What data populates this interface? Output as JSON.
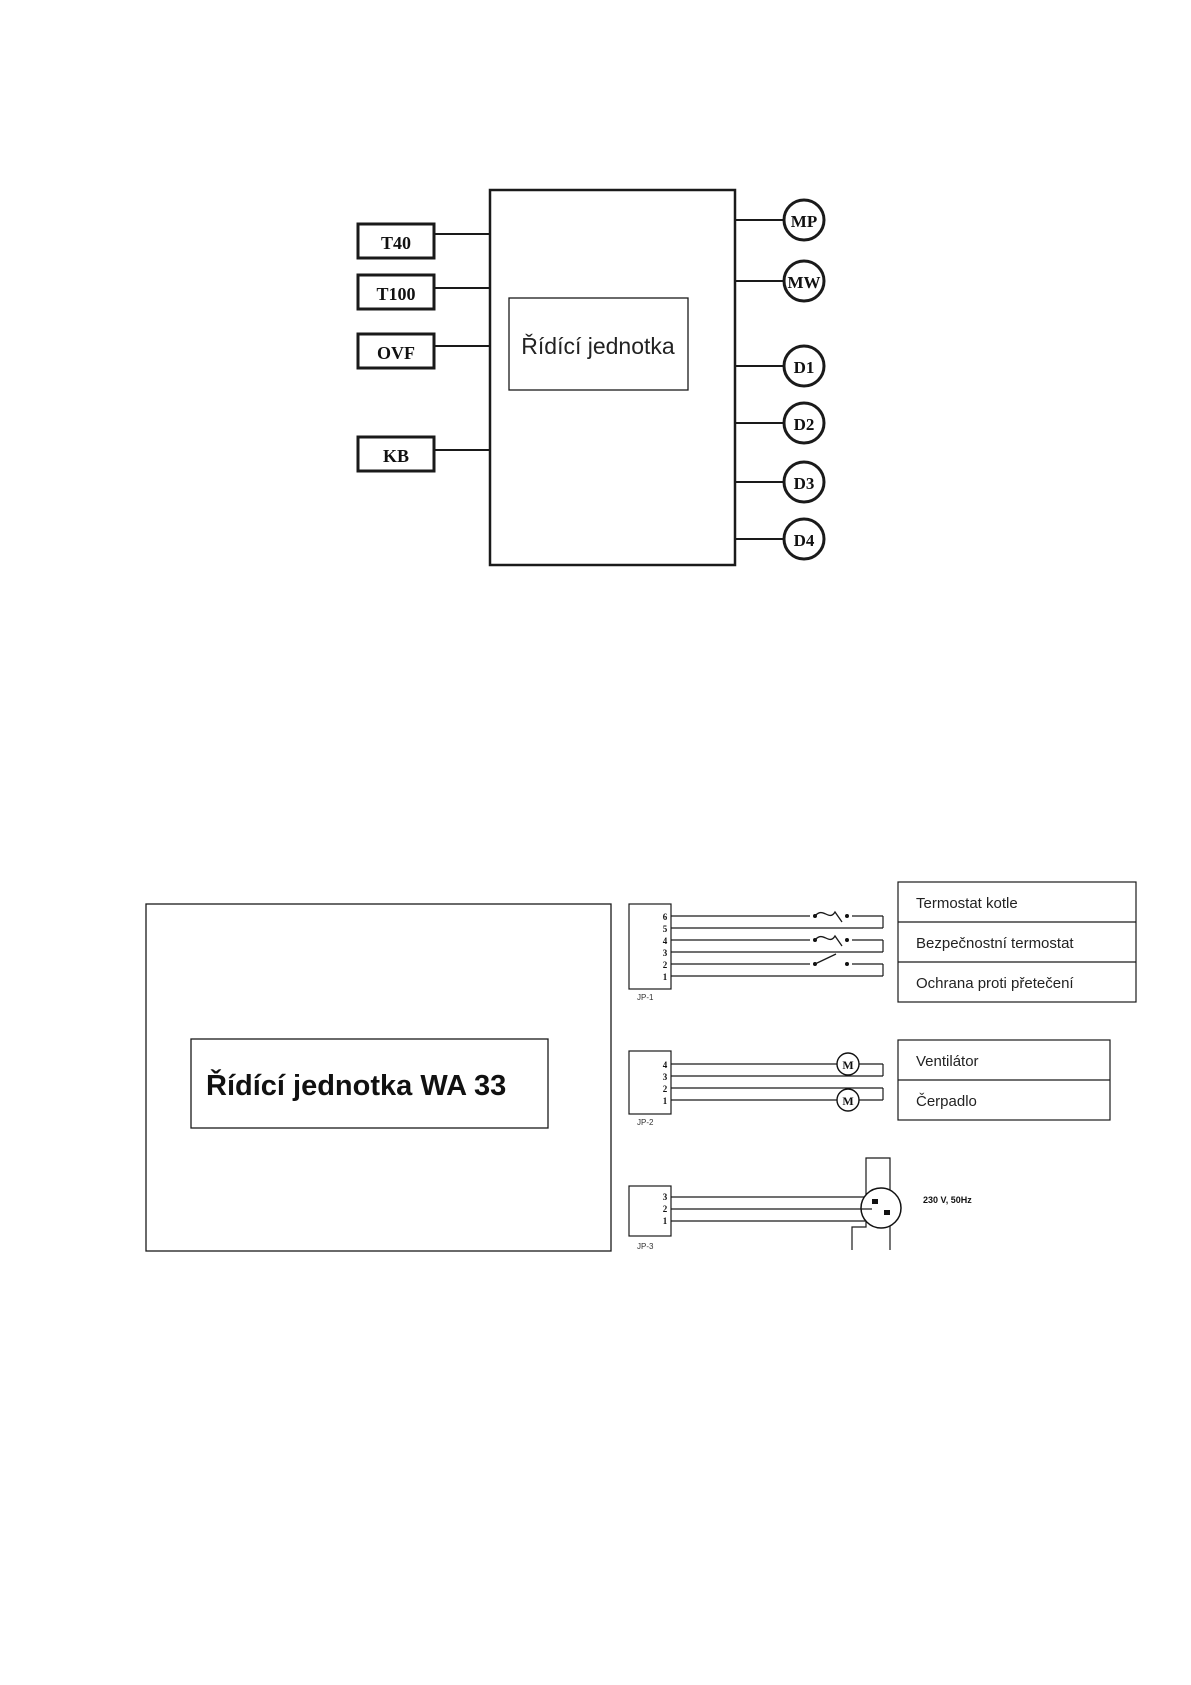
{
  "diagram1": {
    "unit_label": "Řídící jednotka",
    "inputs": [
      "T40",
      "T100",
      "OVF",
      "KB"
    ],
    "outputs": [
      "MP",
      "MW",
      "D1",
      "D2",
      "D3",
      "D4"
    ]
  },
  "diagram2": {
    "unit_label": "Řídící jednotka WA 33",
    "connectors": [
      {
        "name": "JP-1",
        "pins": [
          "6",
          "5",
          "4",
          "3",
          "2",
          "1"
        ]
      },
      {
        "name": "JP-2",
        "pins": [
          "4",
          "3",
          "2",
          "1"
        ]
      },
      {
        "name": "JP-3",
        "pins": [
          "3",
          "2",
          "1"
        ]
      }
    ],
    "jp1_devices": [
      "Termostat kotle",
      "Bezpečnostní termostat",
      "Ochrana proti přetečení"
    ],
    "jp2_devices": [
      "Ventilátor",
      "Čerpadlo"
    ],
    "motor_symbol": "M",
    "power_label": "230 V, 50Hz"
  }
}
